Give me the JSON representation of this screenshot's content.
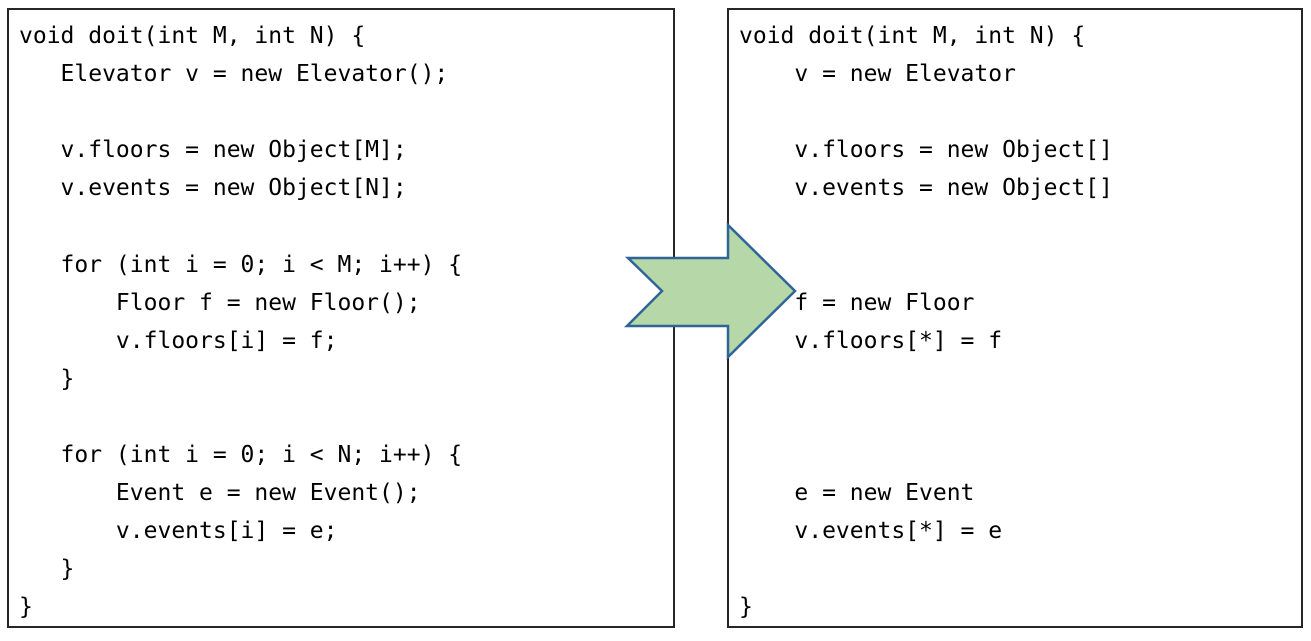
{
  "left_panel": {
    "role": "original source code",
    "code_lines": [
      "void doit(int M, int N) {",
      "   Elevator v = new Elevator();",
      "",
      "   v.floors = new Object[M];",
      "   v.events = new Object[N];",
      "",
      "   for (int i = 0; i < M; i++) {",
      "       Floor f = new Floor();",
      "       v.floors[i] = f;",
      "   }",
      "",
      "   for (int i = 0; i < N; i++) {",
      "       Event e = new Event();",
      "       v.events[i] = e;",
      "   }",
      "}"
    ]
  },
  "right_panel": {
    "role": "abstracted / transformed code",
    "code_lines": [
      "void doit(int M, int N) {",
      "    v = new Elevator",
      "",
      "    v.floors = new Object[]",
      "    v.events = new Object[]",
      "",
      "",
      "    f = new Floor",
      "    v.floors[*] = f",
      "",
      "",
      "",
      "    e = new Event",
      "    v.events[*] = e",
      "",
      "}"
    ]
  },
  "arrow": {
    "shape": "notched-right-arrow",
    "fill": "#B6D7A8",
    "stroke": "#2F6496"
  },
  "colors": {
    "background": "#FFFFFF",
    "box_border": "#262626",
    "code_text": "#000000"
  }
}
